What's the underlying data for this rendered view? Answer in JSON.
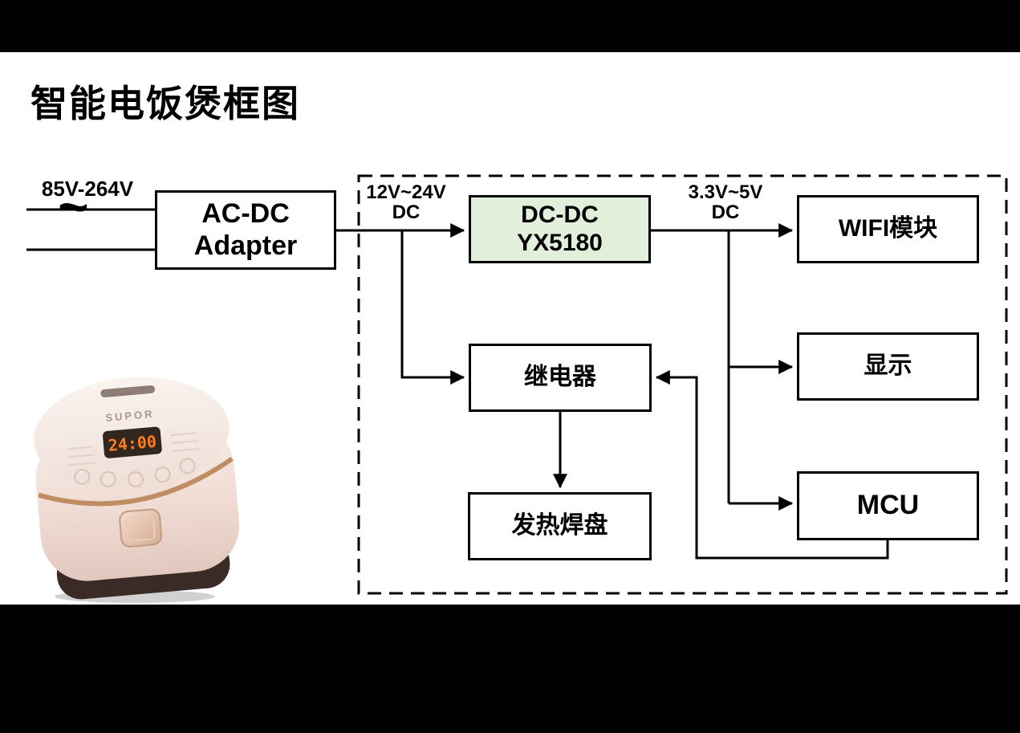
{
  "page": {
    "title": "智能电饭煲框图",
    "background_color": "#000000",
    "canvas_color": "#ffffff",
    "line_color": "#000000"
  },
  "labels": {
    "ac_input_voltage": "85V-264V",
    "ac_symbol": "~",
    "dc_bus_1_line1": "12V~24V",
    "dc_bus_1_line2": "DC",
    "dc_bus_2_line1": "3.3V~5V",
    "dc_bus_2_line2": "DC"
  },
  "blocks": {
    "acdc": {
      "line1": "AC-DC",
      "line2": "Adapter",
      "fill": "#ffffff"
    },
    "dcdc": {
      "line1": "DC-DC",
      "line2": "YX5180",
      "fill": "#e2efda"
    },
    "wifi": {
      "label": "WIFI模块",
      "fill": "#ffffff"
    },
    "relay": {
      "label": "继电器",
      "fill": "#ffffff"
    },
    "display": {
      "label": "显示",
      "fill": "#ffffff"
    },
    "mcu": {
      "label": "MCU",
      "fill": "#ffffff"
    },
    "heater": {
      "label": "发热焊盘",
      "fill": "#ffffff"
    }
  },
  "connections": [
    {
      "from": "ac-mains",
      "to": "acdc",
      "label": "85V-264V ~"
    },
    {
      "from": "acdc",
      "to": "dcdc",
      "label": "12V~24V DC"
    },
    {
      "from": "acdc",
      "to": "relay",
      "label": "12V~24V DC"
    },
    {
      "from": "dcdc",
      "to": "wifi",
      "label": "3.3V~5V DC"
    },
    {
      "from": "dcdc",
      "to": "display",
      "label": "3.3V~5V DC"
    },
    {
      "from": "dcdc",
      "to": "mcu",
      "label": "3.3V~5V DC"
    },
    {
      "from": "relay",
      "to": "heater",
      "label": ""
    },
    {
      "from": "mcu",
      "to": "relay",
      "label": ""
    }
  ],
  "product_image": {
    "brand": "SUPOR",
    "display_time": "24:00",
    "description": "smart rice cooker product photo",
    "body_color": "#eedad2",
    "band_color": "#c08d63",
    "base_color": "#3a2b26",
    "digit_color": "#ff7d1f"
  }
}
